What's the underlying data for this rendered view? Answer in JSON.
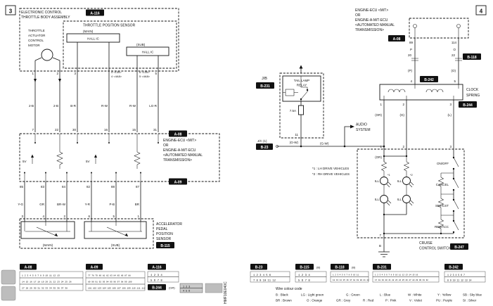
{
  "page": {
    "left_num": "3",
    "right_num": "4",
    "sheet_code": "HMF10E040C"
  },
  "left": {
    "assembly_title1": "ELECTRONIC CONTROL",
    "assembly_title2": "THROTTLE BODY ASSEMBLY",
    "assembly_connector": "A-116",
    "tps_title": "THROTTLE POSITION SENSOR",
    "main_label": "(MAIN)",
    "main_hall": "HALL IC",
    "sub_label": "(SUB)",
    "sub_hall": "HALL IC",
    "motor1": "THROTTLE",
    "motor2": "ACTUATOR",
    "motor3": "CONTROL",
    "motor4": "MOTOR",
    "top_pins": [
      "1",
      "2",
      "3"
    ],
    "w4_var1": "4 <135>",
    "w4_var2": "4 <4A8>",
    "w5_var1": "6 <135>",
    "w5_var2": "5 <4A8>",
    "w6_pin": "5",
    "wire_colors": [
      "2-B",
      "2-B",
      "B-R",
      "R-W",
      "R-W",
      "LG-R"
    ],
    "ecu_top_pins": [
      "7",
      "22",
      "30",
      "16",
      "15",
      "31"
    ],
    "ecu_conn_top": "A-08",
    "ecu1": "ENGINE-ECU <M/T>",
    "ecu2": "OR",
    "ecu3": "ENGINE-A-M/T-ECU",
    "ecu4": "<AUTOMATED MANUAL",
    "ecu5": "TRANSMISSION>",
    "v5_1": "5V",
    "v5_2": "5V",
    "ecu_conn_bottom": "A-09",
    "ecu_bottom_pins": [
      "85",
      "83",
      "84",
      "82",
      "88",
      "87"
    ],
    "lower_wire_colors": [
      "Y-G",
      "GR",
      "BR-W",
      "Y-R",
      "P-B",
      "BR"
    ],
    "sensor_pins": [
      "3",
      "4",
      "2",
      "6",
      "5",
      "1"
    ],
    "pedal1": "ACCELERATOR",
    "pedal2": "PEDAL",
    "pedal3": "POSITION",
    "pedal4": "SENSOR",
    "pedal_connector": "B-115",
    "pedal_main": "(MAIN)",
    "pedal_sub": "(SUB)"
  },
  "right": {
    "ecu1": "ENGINE-ECU <M/T>",
    "ecu2": "OR",
    "ecu3": "ENGINE-A-M/T-ECU",
    "ecu4": "<AUTOMATED MANUAL",
    "ecu5": "TRANSMISSION>",
    "ecu_connector": "A-08",
    "pin_89": "89",
    "pin_114": "114",
    "pin_20": "20",
    "pin_22": "22",
    "b118": "B-118",
    "w7_color": "P",
    "w8_color": "O",
    "w7_color2": "(P)",
    "w8_color2": "(O)",
    "jb_label": "J/B",
    "jb_connector": "B-231",
    "relay1": "TAIL LAMP",
    "relay2": "RELAY",
    "fuse": "7.5A",
    "jb_pin": "11",
    "gw1": "(G-W)",
    "gw2": "(G-W)",
    "jc_label": "J/C (1)",
    "jc_connector": "B-23",
    "audio1": "AUDIO",
    "audio2": "SYSTEM",
    "cs_top_pin1": "4",
    "cs_top_pin2": "5",
    "cs_connector_top": "B-242",
    "clock1": "CLOCK",
    "clock2": "SPRING",
    "cs_bottom_pins": [
      "1",
      "2",
      "3"
    ],
    "cs_connector_bottom": "B-244",
    "or1": "(OR)",
    "or2": "(OR)",
    "g_label": "(G)",
    "l_label": "(L)",
    "note1": "*1 : LH DRIVE VEHICLES",
    "note2": "*2 : RH DRIVE VEHICLES",
    "mark1": "*1",
    "mark2": "*2",
    "cruise_pins": [
      "1",
      "2",
      "3"
    ],
    "ill": "ILL",
    "sw1": "ON/OFF",
    "sw2": "CANCEL",
    "sw3": "SET/CST",
    "sw4": "RES/ACC",
    "cruise_pin_gnd": "7",
    "gnd_color": "B",
    "cruise1": "CRUISE",
    "cruise2": "CONTROL SWITCH",
    "cruise_connector": "B-247"
  },
  "connectors": {
    "a08": {
      "label": "A-08",
      "rows": [
        "1 2 3 4 5 6 7 8 9 10 11 12 13",
        "14 15 16 17 18 19 20 21 22 23 24 25 26",
        "27 28 29 30 31 32 33 34 35 36 37 38"
      ]
    },
    "a09": {
      "label": "A-09",
      "rows": [
        "77 78 79 80 81 82 83 84 85 86 87 88",
        "89 90 91 92 93 94 95 96 97 98 99 100",
        "101 102 103 104 105 106 107 108 109 110 111 112"
      ]
    },
    "a116": {
      "label": "A-116",
      "rows": [
        "1 2 3 4",
        "5 6 7 8"
      ]
    },
    "b244": {
      "label": "B-244",
      "color": "(GR)",
      "rows": [
        "1 2 3",
        "4 5 6"
      ]
    },
    "b23": {
      "label": "B-23",
      "rows": [
        "1 2 3 4 5 6",
        "7 8 9 10 11 12"
      ]
    },
    "b115": {
      "label": "B-115",
      "color": "(B)",
      "rows": [
        "1 2 3 4",
        "5 6 7 8"
      ]
    },
    "b118": {
      "label": "B-118",
      "color": "(B)",
      "rows": [
        "1 2 3 4 5 6 7 8 9 10 11",
        "12 13 14 15 16 17 18 19 20 21 22"
      ]
    },
    "b231": {
      "label": "B-231",
      "rows": [
        "1 2 3 4 5 6 7 8 9 10 11 12 13 14 15 16",
        "17 18 19 20 21 22 23 24 25 26 27 28 29 30 31 32"
      ]
    },
    "b242": {
      "label": "B-242",
      "rows": [
        "1 2 3 4 5 6 7",
        "8 9 10 11 12 13 14"
      ]
    }
  },
  "legend": {
    "title": "Wire colour code",
    "row1": [
      "B : Black",
      "LG : Light green",
      "G : Green",
      "L : Blue",
      "W : White",
      "Y : Yellow",
      "SB : Sky blue"
    ],
    "row2": [
      "BR : Brown",
      "O : Orange",
      "GR : Grey",
      "R : Red",
      "P : Pink",
      "V : Violet",
      "PU : Purple",
      "SI : Silver"
    ]
  }
}
